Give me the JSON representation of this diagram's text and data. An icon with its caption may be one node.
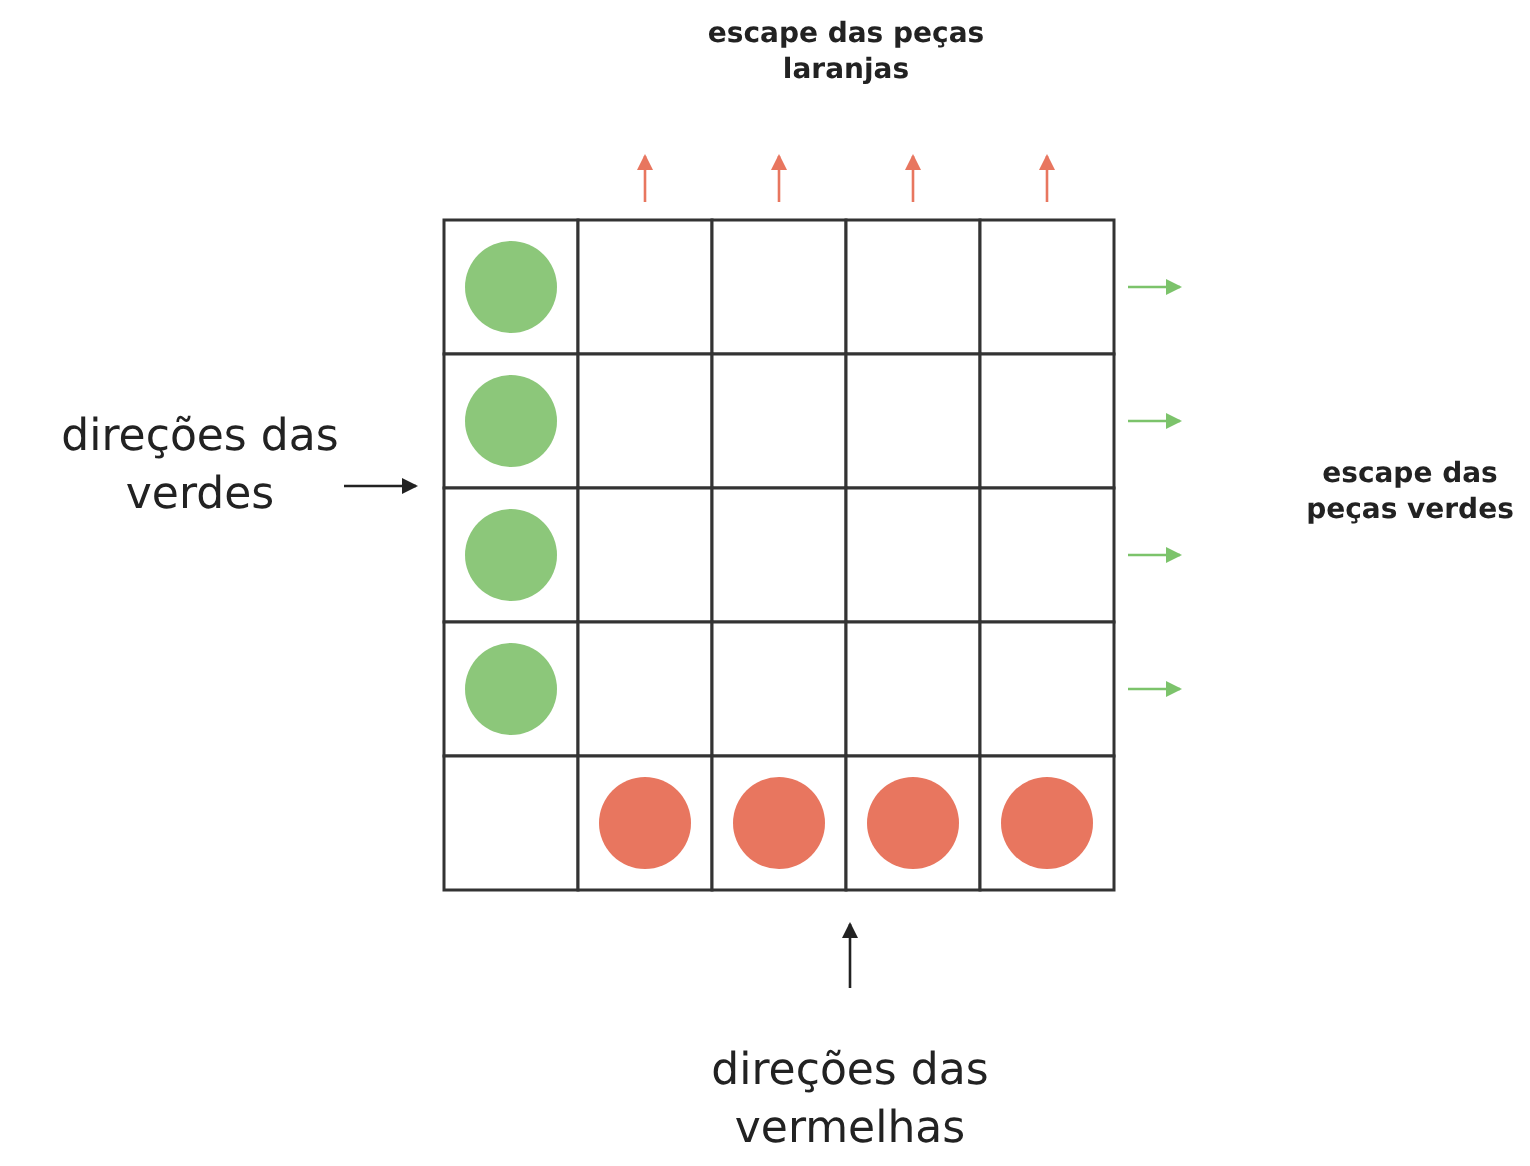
{
  "diagram": {
    "labels": [
      "escape das peças laranjas",
      "direções das verdes",
      "escape das peças verdes",
      "direções das vermelhas"
    ]
  }
}
